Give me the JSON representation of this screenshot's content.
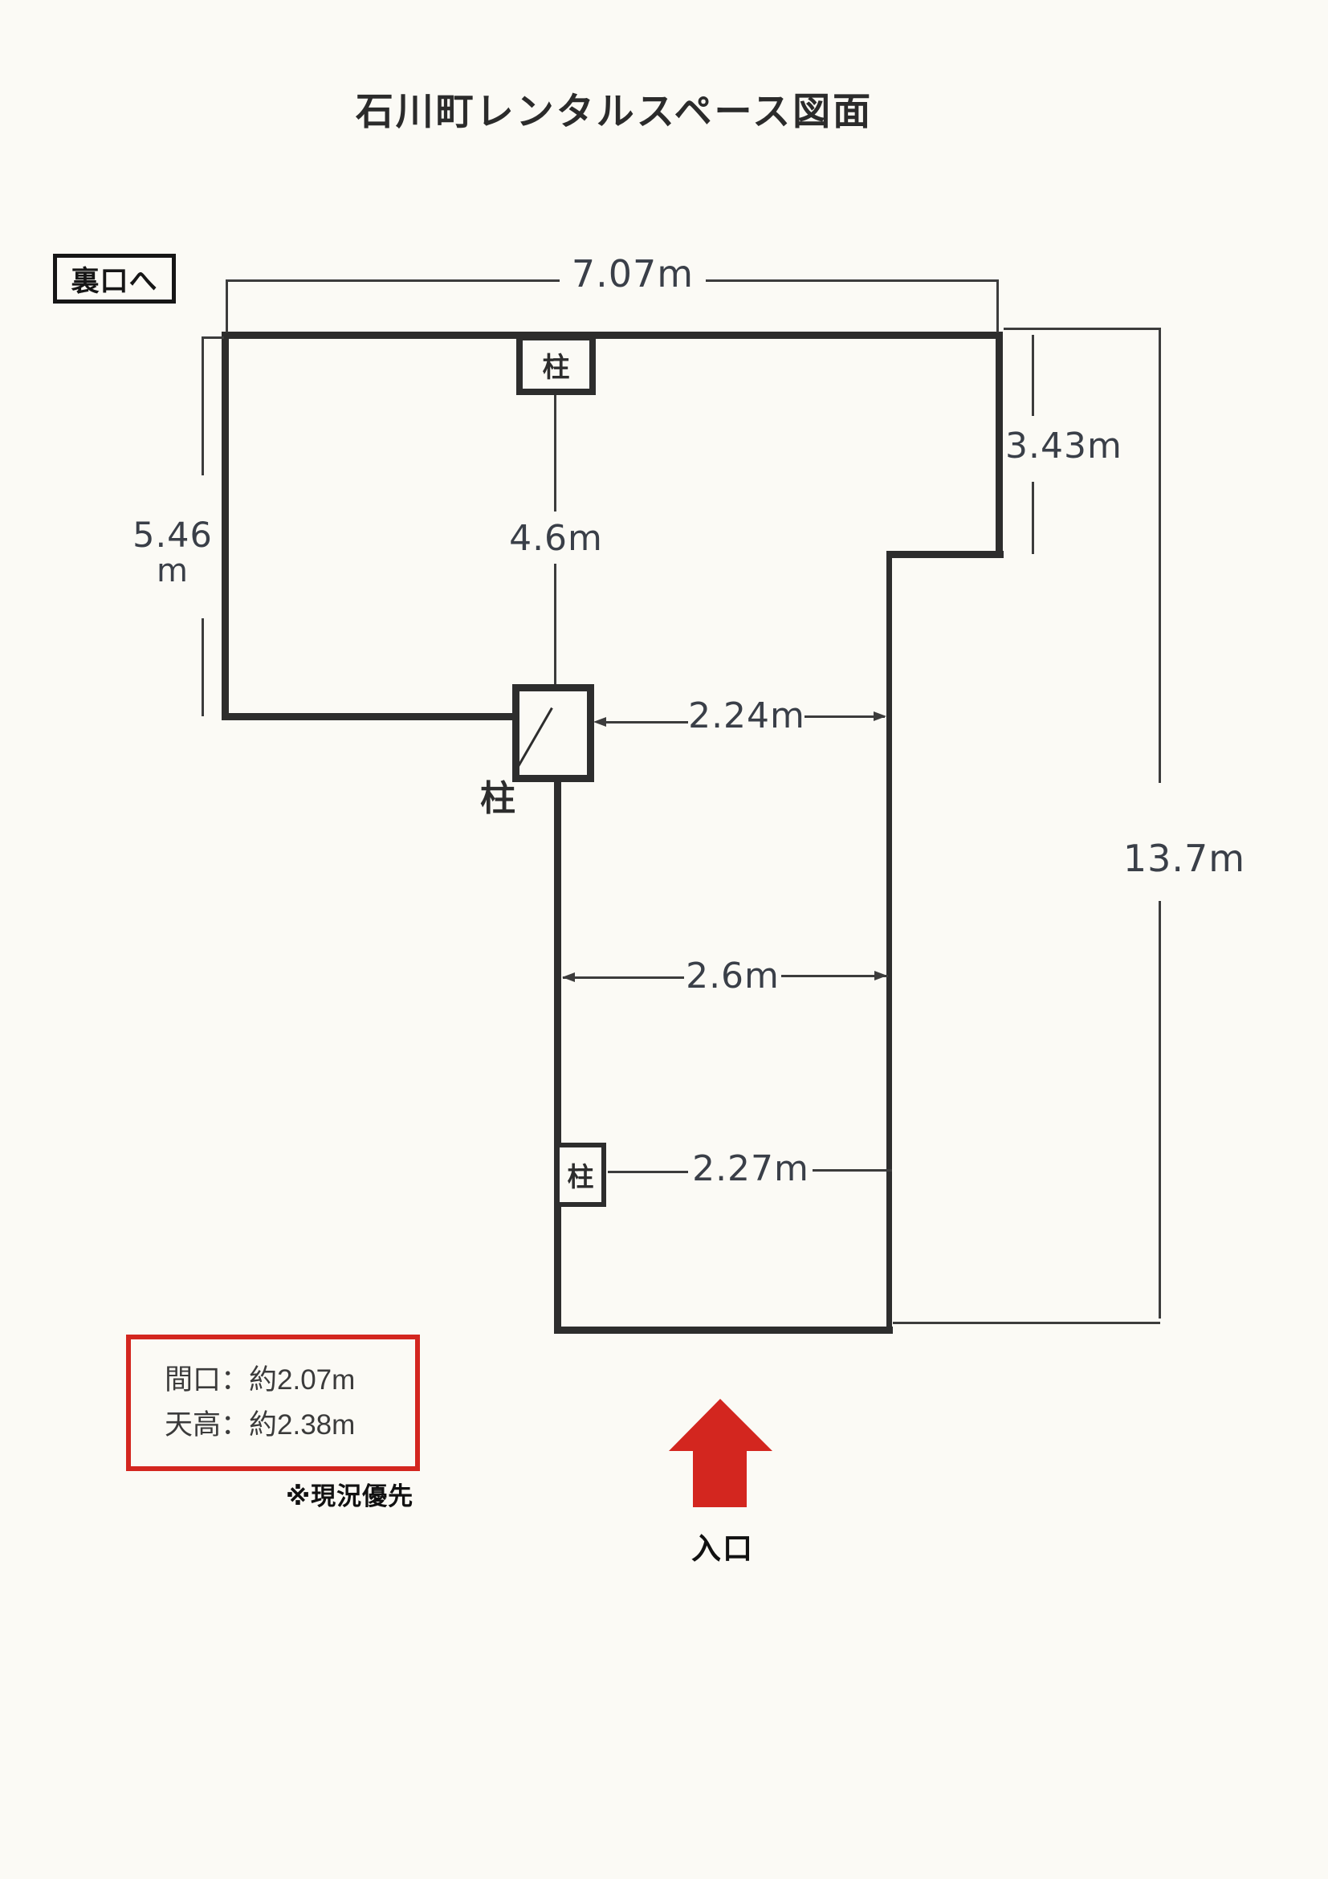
{
  "page": {
    "title": "石川町レンタルスペース図面"
  },
  "colors": {
    "ink": "#2d2d2d",
    "line": "#3c3c3c",
    "hand_text": "#3a3f48",
    "red": "#d3261f",
    "paper": "#fbfaf5"
  },
  "labels": {
    "back_exit": "裏口へ",
    "pillar": "柱",
    "entrance": "入口",
    "note": "※現況優先"
  },
  "dimensions": {
    "top_width": "7.07m",
    "left_height_value": "5.46",
    "left_height_unit": "m",
    "center_height": "4.6m",
    "upper_right_height": "3.43m",
    "passage_width": "2.24m",
    "corridor_width": "2.6m",
    "lower_width": "2.27m",
    "total_height": "13.7m"
  },
  "info_box": {
    "line1": "間口：約2.07m",
    "line2": "天高：約2.38m"
  }
}
